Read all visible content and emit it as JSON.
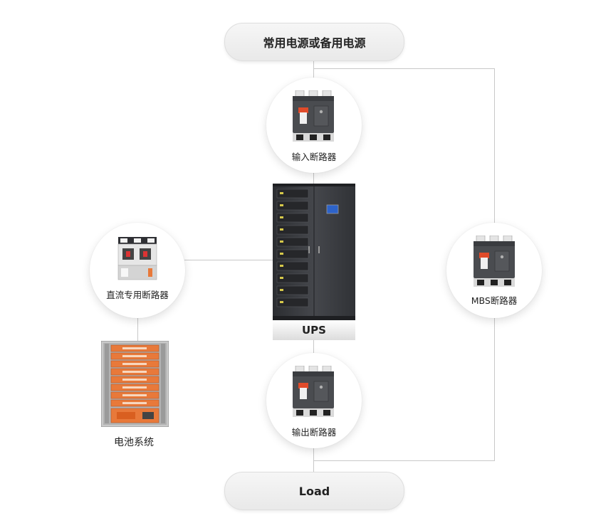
{
  "source": {
    "label": "常用电源或备用电源"
  },
  "load": {
    "label": "Load"
  },
  "ups": {
    "label": "UPS"
  },
  "nodes": {
    "input_breaker": {
      "label": "输入断路器",
      "icon": "circuit-breaker"
    },
    "output_breaker": {
      "label": "输出断路器",
      "icon": "circuit-breaker"
    },
    "mbs_breaker": {
      "label": "MBS断路器",
      "icon": "circuit-breaker"
    },
    "dc_breaker": {
      "label": "直流专用断路器",
      "icon": "dc-breaker"
    }
  },
  "battery": {
    "label": "电池系统",
    "icon": "battery-rack"
  },
  "colors": {
    "line": "#c8c8c8",
    "pill": "#eeeeee",
    "ups_body": "#3a3c40",
    "breaker_accent": "#e04b2a",
    "battery_module": "#e8793a"
  }
}
